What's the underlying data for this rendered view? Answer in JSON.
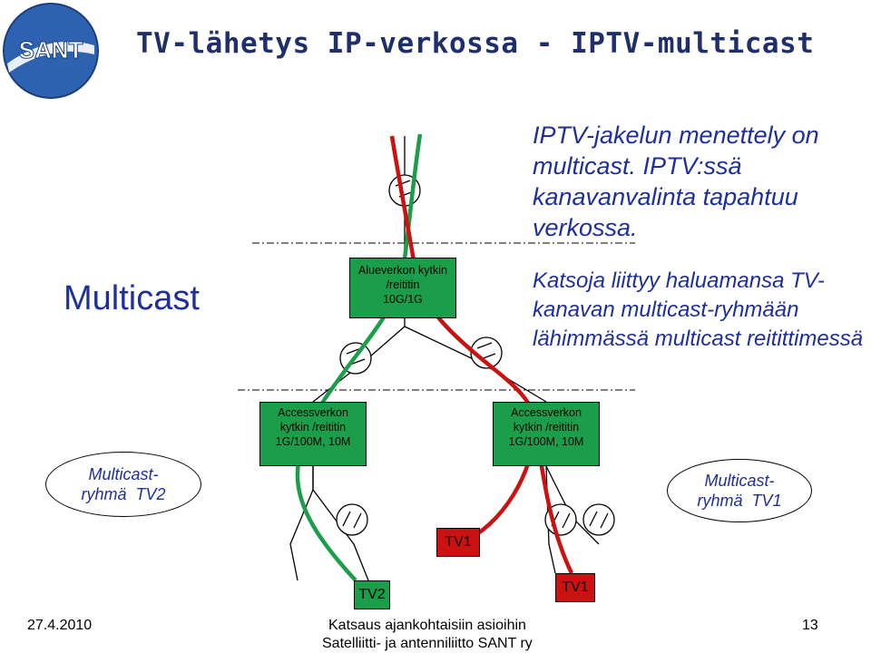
{
  "header": {
    "logo_text": "SANT",
    "title": "TV-lähetys IP-verkossa - IPTV-multicast"
  },
  "left_label": "Multicast",
  "paragraphs": {
    "p1": "IPTV-jakelun menettely on multicast. IPTV:ssä kanavanvalinta tapahtuu verkossa.",
    "p2": "Katsoja liittyy haluamansa TV-kanavan multicast-ryhmään lähimmässä multicast reitittimessä"
  },
  "nodes": {
    "core": [
      "Alueverkon kytkin",
      "/reititin",
      "10G/1G"
    ],
    "access_left": [
      "Accessverkon",
      "kytkin /reititin",
      "1G/100M, 10M"
    ],
    "access_right": [
      "Accessverkon",
      "kytkin /reititin",
      "1G/100M, 10M"
    ]
  },
  "groups": {
    "left": [
      "Multicast-",
      "ryhmä  TV2"
    ],
    "right": [
      "Multicast-",
      "ryhmä  TV1"
    ]
  },
  "tv_labels": {
    "tv1_mid": "TV1",
    "tv2": "TV2",
    "tv1_right": "TV1"
  },
  "colors": {
    "green": "#1a9e4a",
    "red": "#cc1111",
    "title_blue": "#1f2f6b",
    "text_blue": "#1e2f9e"
  },
  "footer": {
    "date": "27.4.2010",
    "line1": "Katsaus ajankohtaisiin asioihin",
    "line2": "Satelliitti- ja antenniliitto SANT ry",
    "page": "13"
  }
}
